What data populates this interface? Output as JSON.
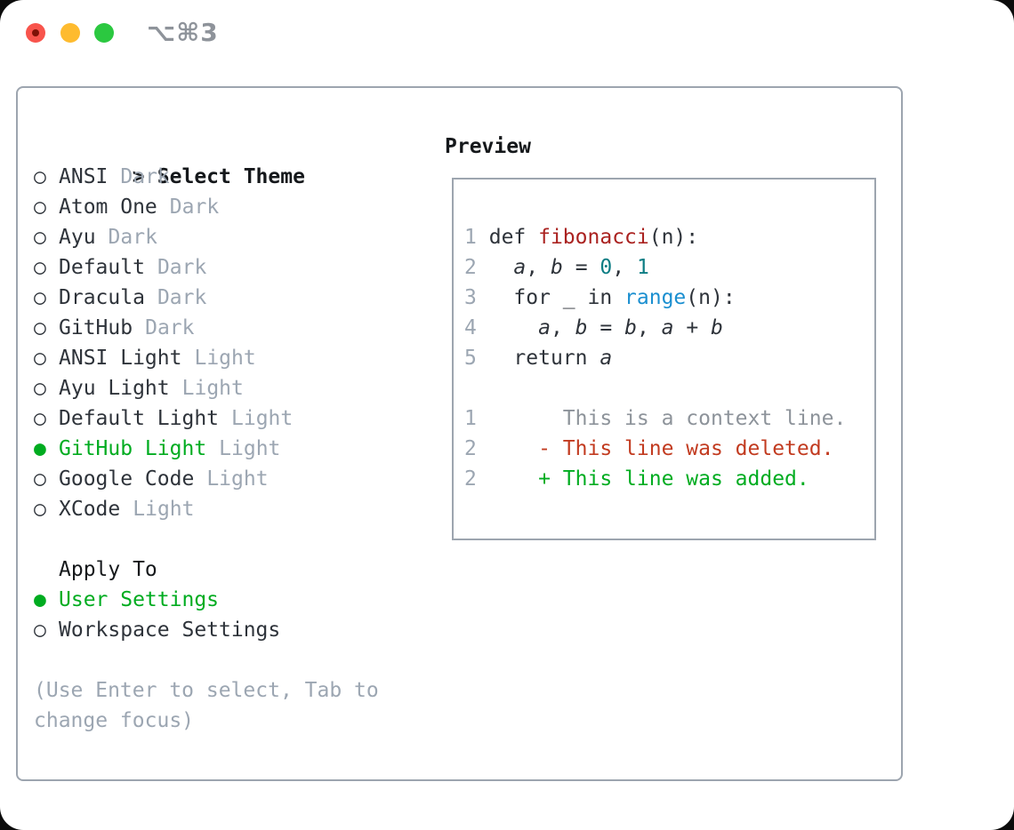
{
  "window": {
    "title": "⌥⌘3",
    "traffic_lights": {
      "close": "close",
      "minimize": "minimize",
      "zoom": "zoom"
    }
  },
  "colors": {
    "traffic_red": "#f8544c",
    "traffic_yellow": "#febb2f",
    "traffic_green": "#2bc840",
    "traffic_dot": "#7e1207",
    "title": "#8e939a",
    "border": "#9da5af",
    "heading": "#15181b",
    "text": "#2e333a",
    "muted": "#9ca6b2",
    "context": "#8d939a",
    "green": "#00ac20",
    "del": "#c23b20",
    "func": "#aa2220",
    "builtin": "#1b8fd0",
    "numlit": "#0d7d84"
  },
  "theme_panel": {
    "header": {
      "cursor": ">",
      "label": "Select Theme"
    },
    "radio_unselected": "○",
    "radio_selected": "●",
    "themes": [
      {
        "name": "ANSI",
        "variant": "Dark",
        "selected": false
      },
      {
        "name": "Atom One",
        "variant": "Dark",
        "selected": false
      },
      {
        "name": "Ayu",
        "variant": "Dark",
        "selected": false
      },
      {
        "name": "Default",
        "variant": "Dark",
        "selected": false
      },
      {
        "name": "Dracula",
        "variant": "Dark",
        "selected": false
      },
      {
        "name": "GitHub",
        "variant": "Dark",
        "selected": false
      },
      {
        "name": "ANSI Light",
        "variant": "Light",
        "selected": false
      },
      {
        "name": "Ayu Light",
        "variant": "Light",
        "selected": false
      },
      {
        "name": "Default Light",
        "variant": "Light",
        "selected": false
      },
      {
        "name": "GitHub Light",
        "variant": "Light",
        "selected": true
      },
      {
        "name": "Google Code",
        "variant": "Light",
        "selected": false
      },
      {
        "name": "XCode",
        "variant": "Light",
        "selected": false
      }
    ],
    "apply_to": {
      "label": "Apply To",
      "options": [
        {
          "name": "User Settings",
          "selected": true
        },
        {
          "name": "Workspace Settings",
          "selected": false
        }
      ]
    },
    "hint": "(Use Enter to select, Tab to change focus)"
  },
  "preview": {
    "label": "Preview",
    "lines": [
      {
        "num": "1",
        "tokens": [
          [
            "def ",
            "p"
          ],
          [
            "fibonacci",
            "fn"
          ],
          [
            "(n):",
            "p"
          ]
        ]
      },
      {
        "num": "2",
        "tokens": [
          [
            "  ",
            "p"
          ],
          [
            "a",
            "v"
          ],
          [
            ", ",
            "p"
          ],
          [
            "b",
            "v"
          ],
          [
            " = ",
            "p"
          ],
          [
            "0",
            "n"
          ],
          [
            ", ",
            "p"
          ],
          [
            "1",
            "n"
          ]
        ]
      },
      {
        "num": "3",
        "tokens": [
          [
            "  for _ in ",
            "p"
          ],
          [
            "range",
            "b"
          ],
          [
            "(n):",
            "p"
          ]
        ]
      },
      {
        "num": "4",
        "tokens": [
          [
            "    ",
            "p"
          ],
          [
            "a",
            "v"
          ],
          [
            ", ",
            "p"
          ],
          [
            "b",
            "v"
          ],
          [
            " = ",
            "p"
          ],
          [
            "b",
            "v"
          ],
          [
            ", ",
            "p"
          ],
          [
            "a",
            "v"
          ],
          [
            " + ",
            "p"
          ],
          [
            "b",
            "v"
          ]
        ]
      },
      {
        "num": "5",
        "tokens": [
          [
            "  return ",
            "p"
          ],
          [
            "a",
            "v"
          ]
        ]
      },
      {
        "blank": true
      },
      {
        "num": "1",
        "tokens": [
          [
            "      This is a context line.",
            "ctx"
          ]
        ]
      },
      {
        "num": "2",
        "tokens": [
          [
            "    - This line was deleted.",
            "del"
          ]
        ]
      },
      {
        "num": "2",
        "tokens": [
          [
            "    + This line was added.",
            "add"
          ]
        ]
      }
    ]
  }
}
